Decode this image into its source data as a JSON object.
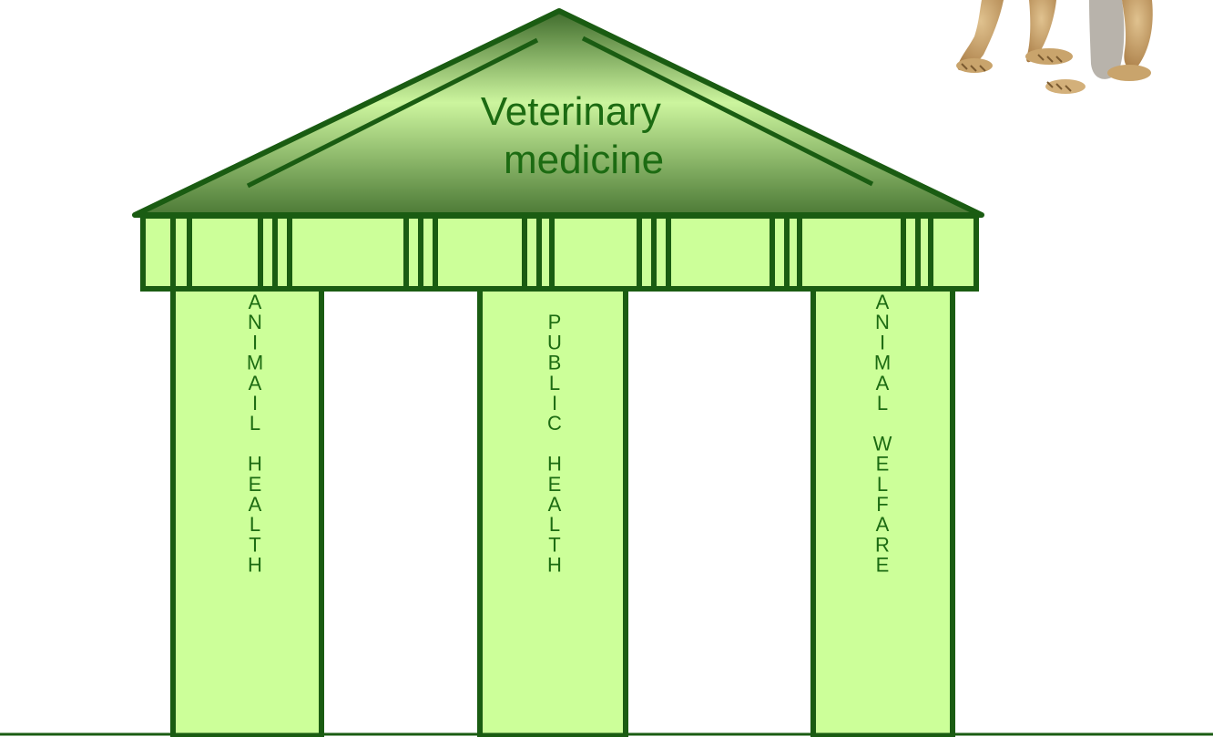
{
  "roof": {
    "title_lines": [
      "Veterinary",
      "medicine"
    ]
  },
  "pillars": [
    {
      "letters": [
        "A",
        "N",
        "I",
        "M",
        "A",
        "I",
        "L",
        "",
        "H",
        "E",
        "A",
        "L",
        "T",
        "H"
      ],
      "start": "top"
    },
    {
      "letters": [
        "P",
        "U",
        "B",
        "L",
        "I",
        "C",
        "",
        "H",
        "E",
        "A",
        "L",
        "T",
        "H"
      ],
      "start": "second"
    },
    {
      "letters": [
        "A",
        "N",
        "I",
        "M",
        "A",
        "L",
        "",
        "W",
        "E",
        "L",
        "F",
        "A",
        "R",
        "E"
      ],
      "start": "top"
    }
  ],
  "colors": {
    "outline": "#1a5c12",
    "text": "#1c6b12",
    "pillar_fill": "#ccff99",
    "roof_light": "#ccf59e",
    "roof_dark": "#4c7a36",
    "dog_fur": "#c49a5e"
  },
  "illustration": {
    "icon": "dog-photo-icon"
  }
}
